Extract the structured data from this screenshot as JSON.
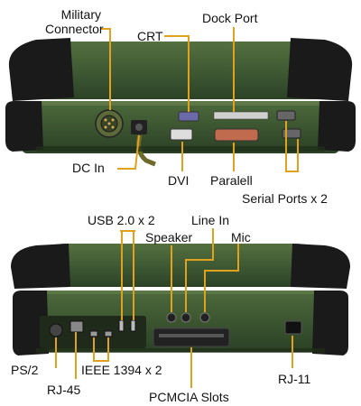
{
  "colors": {
    "callout_line": "#e0a21c",
    "chassis_green": "#3f5a34",
    "rubber_bumper": "#1a1a1a",
    "label_text": "#111111",
    "background": "#ffffff"
  },
  "top_view": {
    "labels": {
      "military_connector_line1": "Military",
      "military_connector_line2": "Connector",
      "crt": "CRT",
      "dock_port": "Dock Port",
      "dc_in": "DC In",
      "dvi": "DVI",
      "parallel": "Paralell",
      "serial_ports": "Serial Ports x 2"
    }
  },
  "bottom_view": {
    "labels": {
      "usb": "USB 2.0 x 2",
      "line_in": "Line In",
      "speaker": "Speaker",
      "mic": "Mic",
      "ps2": "PS/2",
      "ieee1394": "IEEE 1394 x 2",
      "rj45": "RJ-45",
      "pcmcia": "PCMCIA Slots",
      "rj11": "RJ-11"
    }
  }
}
